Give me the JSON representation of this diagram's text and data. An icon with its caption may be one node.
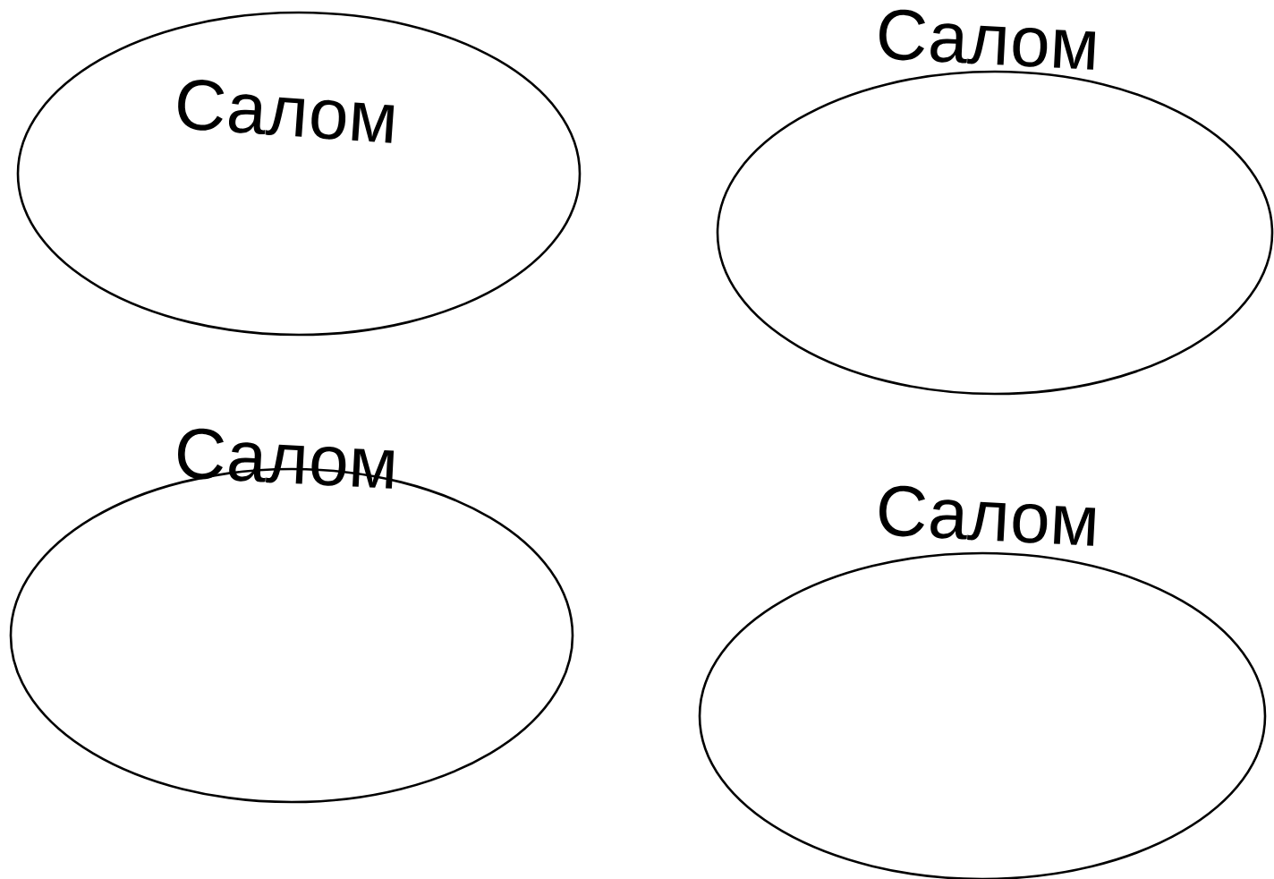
{
  "diagram": {
    "nodes": [
      {
        "text": [
          "Салом"
        ]
      },
      {
        "text": [
          "Салом"
        ]
      },
      {
        "text": [
          "Салом"
        ]
      },
      {
        "text": [
          "Салом"
        ]
      }
    ]
  }
}
